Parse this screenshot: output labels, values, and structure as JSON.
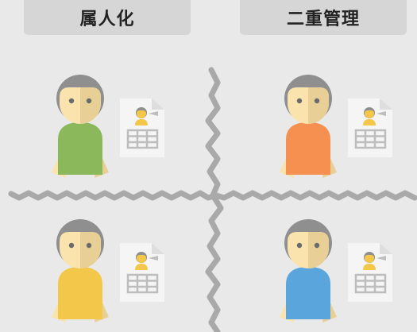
{
  "labels": {
    "left": "属人化",
    "right": "二重管理"
  },
  "figures": [
    {
      "quadrant": "top-left",
      "shirt_color": "#8ab85a",
      "document_icon": "document-icon"
    },
    {
      "quadrant": "top-right",
      "shirt_color": "#f59050",
      "document_icon": "document-icon"
    },
    {
      "quadrant": "bottom-left",
      "shirt_color": "#f3c84a",
      "document_icon": "document-icon"
    },
    {
      "quadrant": "bottom-right",
      "shirt_color": "#5aa6dc",
      "document_icon": "document-icon"
    }
  ],
  "colors": {
    "background": "#e9e9e9",
    "label_bg": "#d6d6d6",
    "divider": "#a9a9a9",
    "hair": "#8f8f8f",
    "skin_light": "#fbe3ae",
    "skin_shade": "#e8cf95",
    "paper": "#f5f5f5"
  }
}
